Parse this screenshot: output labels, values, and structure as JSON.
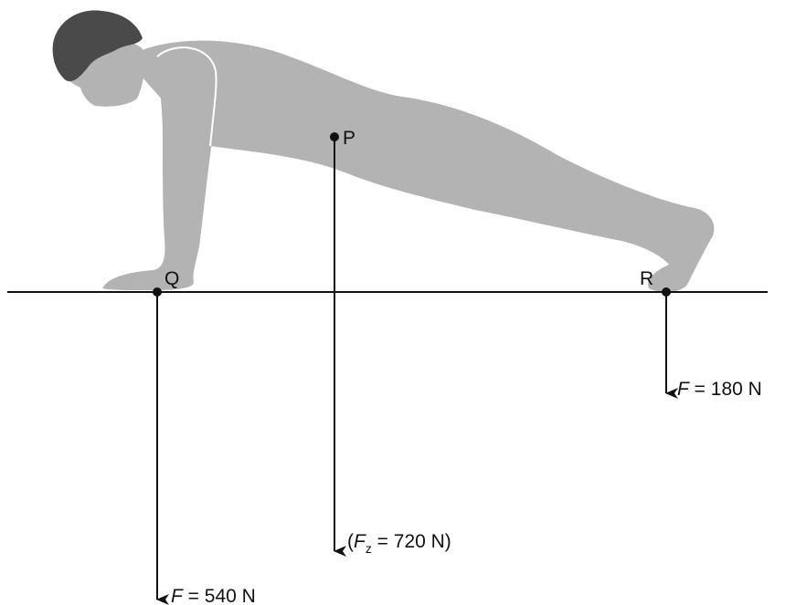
{
  "colors": {
    "body": "#b3b3b3",
    "hair": "#4a4a4a",
    "line": "#111111",
    "background": "#ffffff"
  },
  "points": {
    "P": "P",
    "Q": "Q",
    "R": "R"
  },
  "forces": {
    "Q": {
      "symbol": "F",
      "text": " = 540 N"
    },
    "P": {
      "open": "(",
      "symbol": "F",
      "subscript": "z",
      "text": " = 720 N)"
    },
    "R": {
      "symbol": "F",
      "text": " = 180 N"
    }
  }
}
